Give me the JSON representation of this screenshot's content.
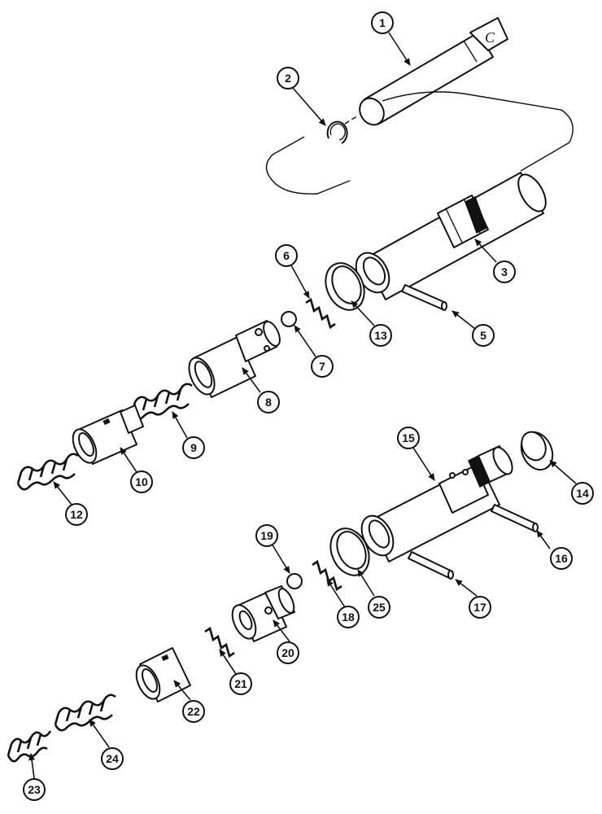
{
  "diagram": {
    "callouts": [
      {
        "id": "1",
        "label": "1"
      },
      {
        "id": "2",
        "label": "2"
      },
      {
        "id": "3",
        "label": "3"
      },
      {
        "id": "5",
        "label": "5"
      },
      {
        "id": "6",
        "label": "6"
      },
      {
        "id": "7",
        "label": "7"
      },
      {
        "id": "8",
        "label": "8"
      },
      {
        "id": "9",
        "label": "9"
      },
      {
        "id": "10",
        "label": "10"
      },
      {
        "id": "12",
        "label": "12"
      },
      {
        "id": "13",
        "label": "13"
      },
      {
        "id": "14",
        "label": "14"
      },
      {
        "id": "15",
        "label": "15"
      },
      {
        "id": "16",
        "label": "16"
      },
      {
        "id": "17",
        "label": "17"
      },
      {
        "id": "18",
        "label": "18"
      },
      {
        "id": "19",
        "label": "19"
      },
      {
        "id": "20",
        "label": "20"
      },
      {
        "id": "21",
        "label": "21"
      },
      {
        "id": "22",
        "label": "22"
      },
      {
        "id": "23",
        "label": "23"
      },
      {
        "id": "24",
        "label": "24"
      },
      {
        "id": "25",
        "label": "25"
      }
    ],
    "part_markings": {
      "shaft_end_letter": "C"
    }
  }
}
